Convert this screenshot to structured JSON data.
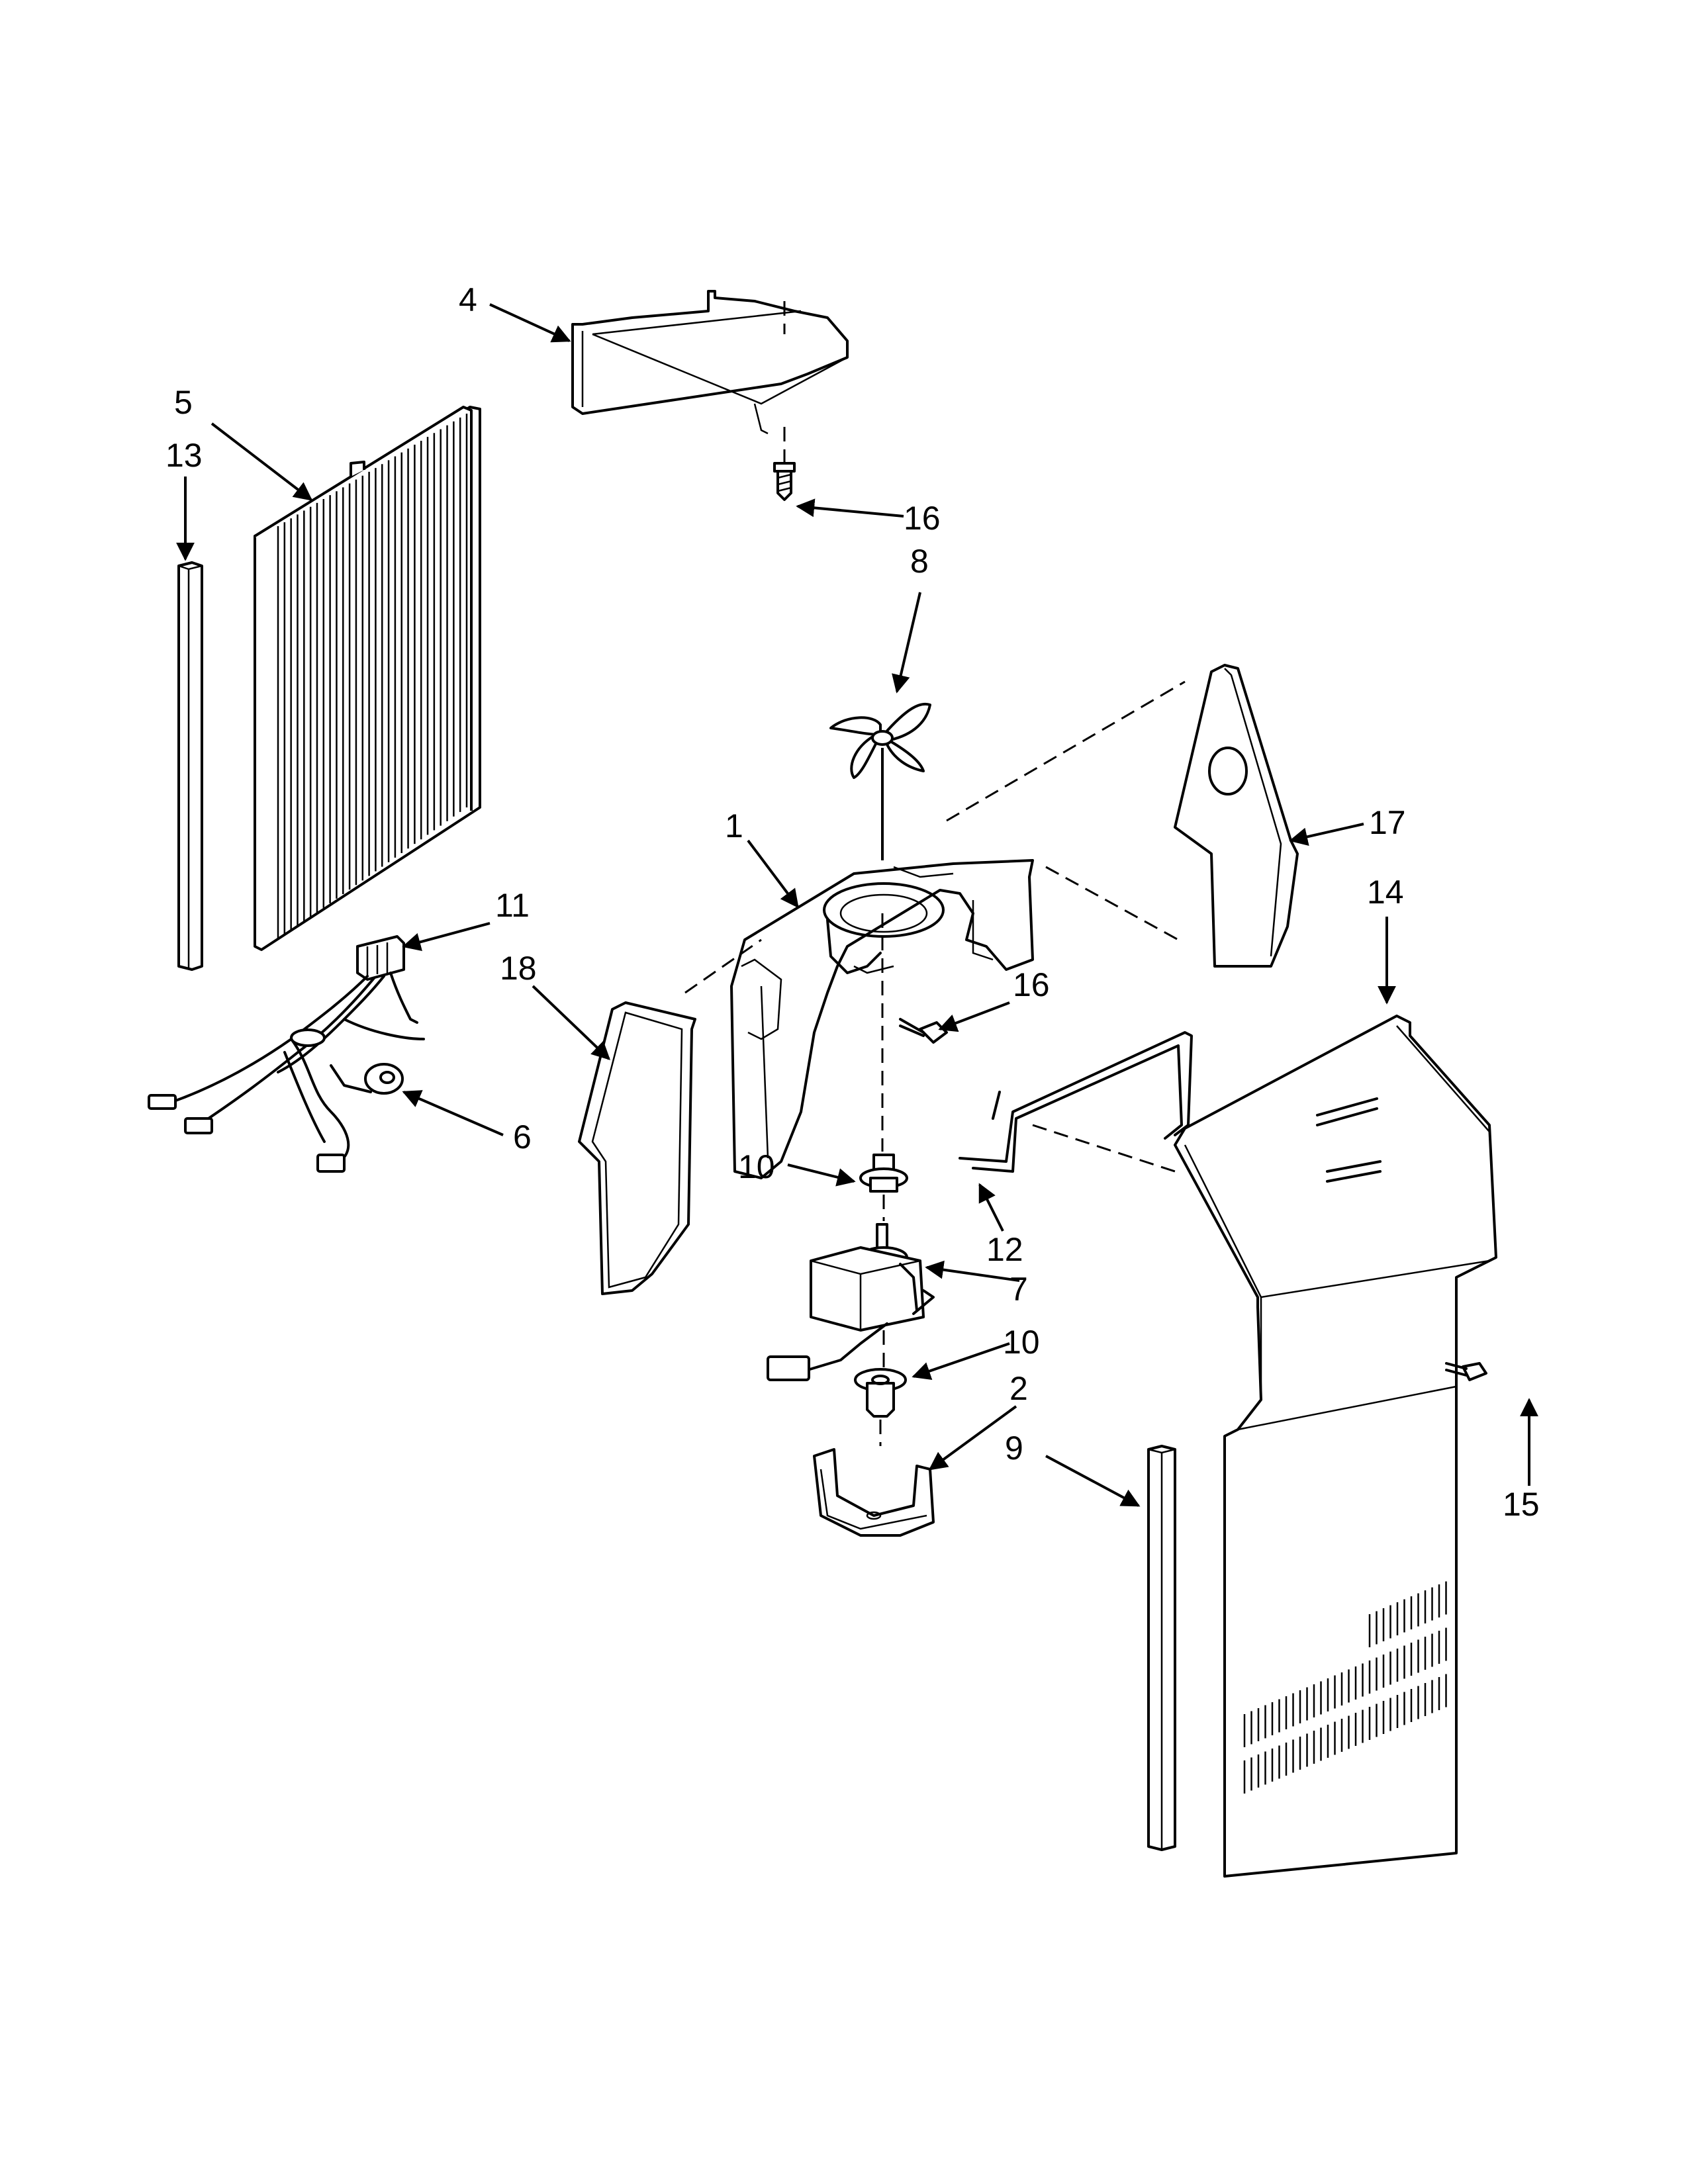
{
  "callouts": {
    "c1": "1",
    "c2": "2",
    "c4": "4",
    "c5": "5",
    "c6": "6",
    "c7": "7",
    "c8": "8",
    "c9": "9",
    "c10a": "10",
    "c10b": "10",
    "c11": "11",
    "c12": "12",
    "c13": "13",
    "c14": "14",
    "c15": "15",
    "c16a": "16",
    "c16b": "16",
    "c17": "17",
    "c18": "18"
  }
}
